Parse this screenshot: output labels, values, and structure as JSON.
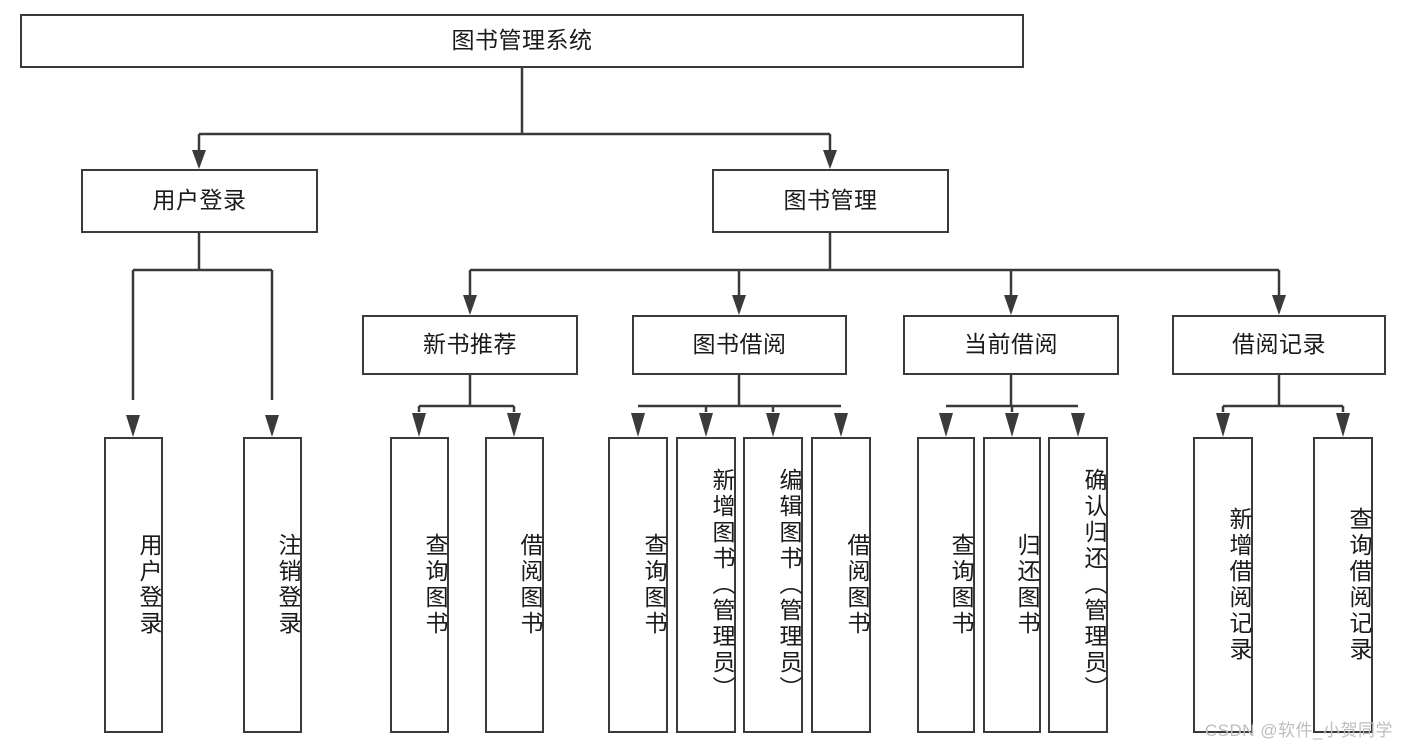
{
  "diagram": {
    "title": "图书管理系统",
    "type": "tree",
    "watermark": "CSDN @软件_小贺同学",
    "levels": {
      "root": {
        "label": "图书管理系统"
      },
      "level2": [
        {
          "label": "用户登录"
        },
        {
          "label": "图书管理"
        }
      ],
      "level3": [
        {
          "label": "新书推荐"
        },
        {
          "label": "图书借阅"
        },
        {
          "label": "当前借阅"
        },
        {
          "label": "借阅记录"
        }
      ],
      "leaves_user_login": [
        {
          "label": "用户登录"
        },
        {
          "label": "注销登录"
        }
      ],
      "leaves_new_books": [
        {
          "label": "查询图书"
        },
        {
          "label": "借阅图书"
        }
      ],
      "leaves_borrow": [
        {
          "label": "查询图书"
        },
        {
          "label": "新增图书（管理员）"
        },
        {
          "label": "编辑图书（管理员）"
        },
        {
          "label": "借阅图书"
        }
      ],
      "leaves_current": [
        {
          "label": "查询图书"
        },
        {
          "label": "归还图书"
        },
        {
          "label": "确认归还（管理员）"
        }
      ],
      "leaves_records": [
        {
          "label": "新增借阅记录"
        },
        {
          "label": "查询借阅记录"
        }
      ]
    },
    "colors": {
      "stroke": "#3a3a3a",
      "fill": "#ffffff",
      "text": "#1a1a1a",
      "watermark": "#bdbdbd"
    }
  }
}
